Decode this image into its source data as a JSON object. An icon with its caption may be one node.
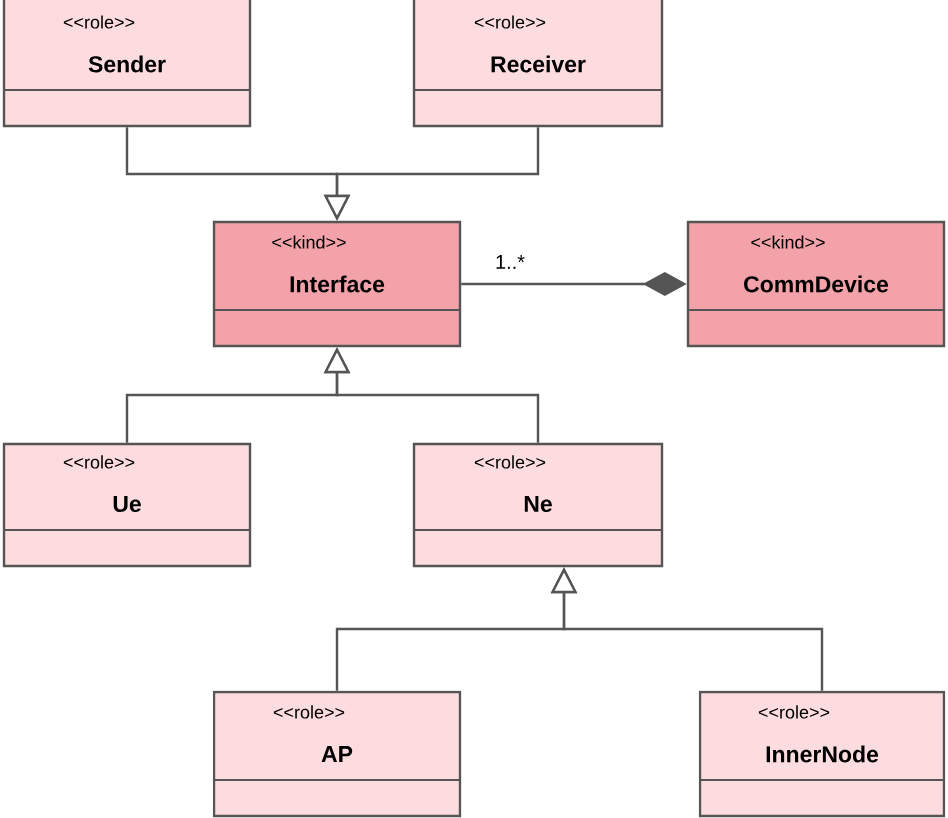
{
  "diagram": {
    "nodes": [
      {
        "text": [
          "<<role>>",
          "Sender"
        ]
      },
      {
        "text": [
          "<<role>>",
          "Receiver"
        ]
      },
      {
        "text": [
          "<<kind>>",
          "Interface"
        ]
      },
      {
        "text": [
          "<<kind>>",
          "CommDevice"
        ]
      },
      {
        "text": [
          "<<role>>",
          "Ue"
        ]
      },
      {
        "text": [
          "<<role>>",
          "Ne"
        ]
      },
      {
        "text": [
          "<<role>>",
          "AP"
        ]
      },
      {
        "text": [
          "<<role>>",
          "InnerNode"
        ]
      }
    ],
    "edges": [
      {
        "from": 0,
        "to": 2,
        "arrow": "to"
      },
      {
        "from": 1,
        "to": 2,
        "arrow": "to"
      },
      {
        "from": 2,
        "to": 3,
        "arrow": "other",
        "label": "1..*"
      },
      {
        "from": 4,
        "to": 2,
        "arrow": "to"
      },
      {
        "from": 5,
        "to": 2,
        "arrow": "to"
      },
      {
        "from": 6,
        "to": 5,
        "arrow": "to"
      },
      {
        "from": 7,
        "to": 5,
        "arrow": "to"
      }
    ]
  }
}
